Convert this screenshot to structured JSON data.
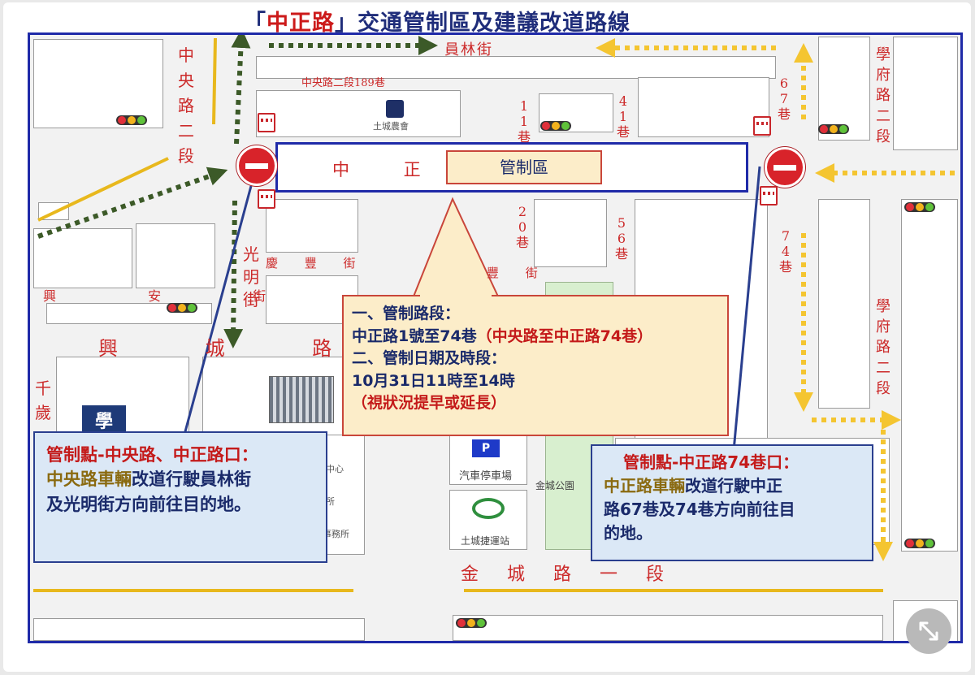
{
  "title": {
    "prefix": "「",
    "highlight": "中正路",
    "suffix": "」交通管制區及建議改道路線"
  },
  "streets": {
    "yuanlin": "員林街",
    "zhongyang_lane189": "中央路二段189巷",
    "zhongzheng": "中 正 路",
    "control_zone": "管制區",
    "lane11": "11巷",
    "lane41": "41巷",
    "lane67": "67巷",
    "lane20": "20巷",
    "lane56": "56巷",
    "lane74": "74巷",
    "zhongyang_sec2": "中央路二段",
    "xuefu_sec2_top": "學府路二段",
    "xuefu_sec2_bottom": "學府路二段",
    "guangming": "光明街",
    "qingfeng": "慶 豐 街",
    "qingfeng_east": "豐 街",
    "xingan": "興 安 街",
    "xingcheng": "興 城 路",
    "qiansui": "千歲",
    "jincheng_sec1": "金 城 路 一 段"
  },
  "landmarks": {
    "farmers_assoc": "土城農會",
    "parking_p": "P",
    "parking": "汽車停車場",
    "jincheng_park": "金城公園",
    "mrt_station": "土城捷運站",
    "school_mark": "學",
    "center_partial": "中心",
    "office_partial": "所",
    "affairs_office_partial": "事務所"
  },
  "info_box": {
    "line1": "一、管制路段：",
    "line2_black": "中正路1號至74巷",
    "line2_red": "（中央路至中正路74巷）",
    "line3": "二、管制日期及時段：",
    "line4": "10月31日11時至14時",
    "line5": "（視狀況提早或延長）"
  },
  "left_callout": {
    "heading": "管制點-中央路、中正路口：",
    "line2_gold": "中央路車輛",
    "line2_rest": "改道行駛員林街",
    "line3": "及光明街方向前往目的地。"
  },
  "right_callout": {
    "heading": "管制點-中正路74巷口：",
    "line2_gold": "中正路車輛",
    "line2_rest": "改道行駛中正",
    "line3": "路67巷及74巷方向前往目",
    "line4": "的地。"
  },
  "colors": {
    "frame_blue": "#1f2aa8",
    "restricted_red": "#cc1a1a",
    "detour_green": "#3c5a28",
    "detour_yellow": "#f4c531",
    "callout_bg": "#dbe8f6"
  },
  "icons": [
    "no-entry-icon",
    "traffic-light-icon",
    "road-barrier-icon",
    "expand-icon"
  ]
}
